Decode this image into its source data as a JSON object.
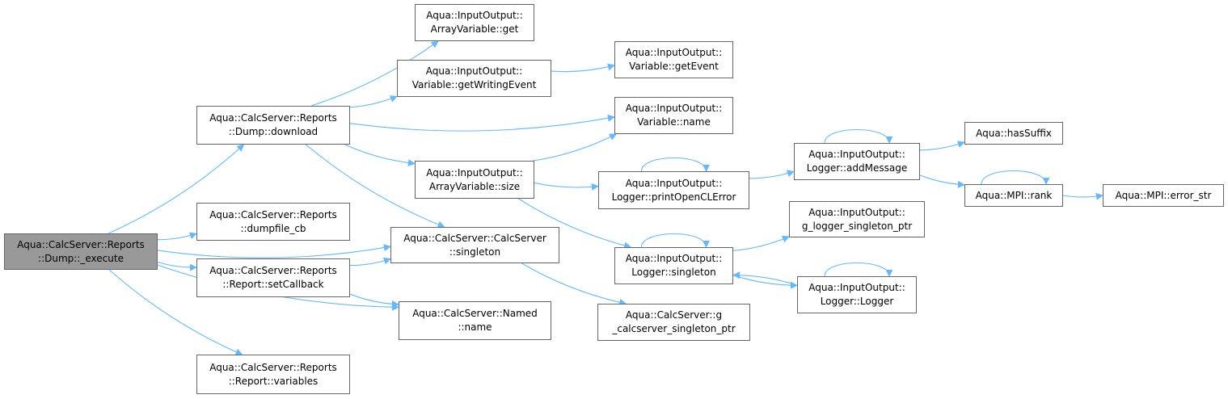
{
  "nodes": [
    {
      "id": "execute",
      "lines": [
        "Aqua::CalcServer::Reports",
        "::Dump::_execute"
      ],
      "root": true
    },
    {
      "id": "download",
      "lines": [
        "Aqua::CalcServer::Reports",
        "::Dump::download"
      ]
    },
    {
      "id": "dumpfile_cb",
      "lines": [
        "Aqua::CalcServer::Reports",
        "::dumpfile_cb"
      ]
    },
    {
      "id": "setCallback",
      "lines": [
        "Aqua::CalcServer::Reports",
        "::Report::setCallback"
      ]
    },
    {
      "id": "variables",
      "lines": [
        "Aqua::CalcServer::Reports",
        "::Report::variables"
      ]
    },
    {
      "id": "av_get",
      "lines": [
        "Aqua::InputOutput::",
        "ArrayVariable::get"
      ]
    },
    {
      "id": "getWritingEvent",
      "lines": [
        "Aqua::InputOutput::",
        "Variable::getWritingEvent"
      ]
    },
    {
      "id": "av_size",
      "lines": [
        "Aqua::InputOutput::",
        "ArrayVariable::size"
      ]
    },
    {
      "id": "cs_singleton",
      "lines": [
        "Aqua::CalcServer::CalcServer",
        "::singleton"
      ]
    },
    {
      "id": "named_name",
      "lines": [
        "Aqua::CalcServer::Named",
        "::name"
      ]
    },
    {
      "id": "getEvent",
      "lines": [
        "Aqua::InputOutput::",
        "Variable::getEvent"
      ]
    },
    {
      "id": "var_name",
      "lines": [
        "Aqua::InputOutput::",
        "Variable::name"
      ]
    },
    {
      "id": "printOpenCLError",
      "lines": [
        "Aqua::InputOutput::",
        "Logger::printOpenCLError"
      ]
    },
    {
      "id": "logger_singleton",
      "lines": [
        "Aqua::InputOutput::",
        "Logger::singleton"
      ]
    },
    {
      "id": "g_calcserver",
      "lines": [
        "Aqua::CalcServer::g",
        "_calcserver_singleton_ptr"
      ]
    },
    {
      "id": "addMessage",
      "lines": [
        "Aqua::InputOutput::",
        "Logger::addMessage"
      ]
    },
    {
      "id": "g_logger",
      "lines": [
        "Aqua::InputOutput::",
        "g_logger_singleton_ptr"
      ]
    },
    {
      "id": "logger_ctor",
      "lines": [
        "Aqua::InputOutput::",
        "Logger::Logger"
      ]
    },
    {
      "id": "hasSuffix",
      "lines": [
        "Aqua::hasSuffix"
      ]
    },
    {
      "id": "mpi_rank",
      "lines": [
        "Aqua::MPI::rank"
      ]
    },
    {
      "id": "error_str",
      "lines": [
        "Aqua::MPI::error_str"
      ]
    }
  ],
  "edges": [
    [
      "execute",
      "download"
    ],
    [
      "execute",
      "dumpfile_cb"
    ],
    [
      "execute",
      "setCallback"
    ],
    [
      "execute",
      "variables"
    ],
    [
      "execute",
      "cs_singleton"
    ],
    [
      "execute",
      "named_name"
    ],
    [
      "download",
      "av_get"
    ],
    [
      "download",
      "getWritingEvent"
    ],
    [
      "download",
      "var_name"
    ],
    [
      "download",
      "av_size"
    ],
    [
      "download",
      "cs_singleton"
    ],
    [
      "setCallback",
      "cs_singleton"
    ],
    [
      "setCallback",
      "named_name"
    ],
    [
      "getWritingEvent",
      "getEvent"
    ],
    [
      "av_size",
      "var_name"
    ],
    [
      "av_size",
      "printOpenCLError"
    ],
    [
      "av_size",
      "logger_singleton"
    ],
    [
      "cs_singleton",
      "g_calcserver"
    ],
    [
      "printOpenCLError",
      "printOpenCLError"
    ],
    [
      "printOpenCLError",
      "addMessage"
    ],
    [
      "addMessage",
      "addMessage"
    ],
    [
      "addMessage",
      "hasSuffix"
    ],
    [
      "addMessage",
      "mpi_rank"
    ],
    [
      "mpi_rank",
      "mpi_rank"
    ],
    [
      "mpi_rank",
      "error_str"
    ],
    [
      "logger_singleton",
      "logger_singleton"
    ],
    [
      "logger_singleton",
      "g_logger"
    ],
    [
      "logger_singleton",
      "logger_ctor"
    ],
    [
      "logger_ctor",
      "logger_singleton"
    ],
    [
      "logger_ctor",
      "logger_ctor"
    ]
  ],
  "colors": {
    "edge": "#63b8ff",
    "root_fill": "#999999",
    "node_border": "#666666"
  }
}
